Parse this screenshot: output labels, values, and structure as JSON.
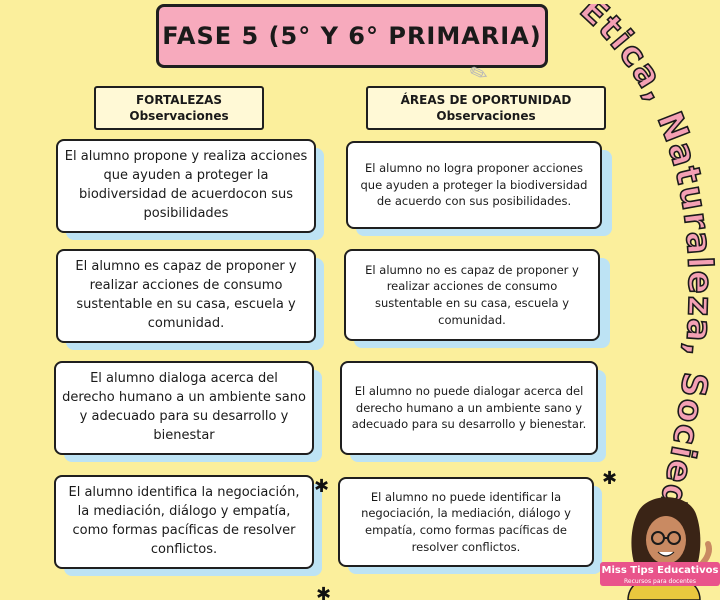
{
  "title": "FASE 5 (5° Y 6° PRIMARIA)",
  "side_label": "Ética, Naturaleza, Sociedades",
  "columns": {
    "left": {
      "heading": "FORTALEZAS",
      "sub": "Observaciones"
    },
    "right": {
      "heading": "ÁREAS DE OPORTUNIDAD",
      "sub": "Observaciones"
    }
  },
  "rows": [
    {
      "left": "El alumno propone y realiza acciones que ayuden a proteger la biodiversidad de acuerdocon sus posibilidades",
      "right": "El alumno no logra proponer acciones que ayuden a proteger la biodiversidad de acuerdo con sus posibilidades."
    },
    {
      "left": "El alumno es capaz de proponer y realizar acciones de consumo sustentable en su casa, escuela y comunidad.",
      "right": "El alumno no es capaz de proponer y realizar acciones de consumo sustentable en su casa, escuela y comunidad."
    },
    {
      "left": "El alumno dialoga acerca del derecho humano a un ambiente sano y adecuado para su desarrollo y bienestar",
      "right": "El alumno no puede dialogar acerca del derecho humano a un ambiente sano y adecuado para su desarrollo y bienestar."
    },
    {
      "left": "El alumno identifica la negociación, la mediación, diálogo y empatía, como formas pacíficas de resolver conflictos.",
      "right": "El alumno no puede identificar la negociación, la mediación, diálogo y empatía, como formas pacíficas de resolver conflictos."
    }
  ],
  "brand": {
    "name": "Miss Tips Educativos",
    "tagline": "Recursos para docentes"
  },
  "colors": {
    "background": "#fbef9c",
    "title_fill": "#f7aabd",
    "side_text": "#f4a0b4",
    "card_shadow": "#bde3f4",
    "brand": "#e9548b"
  }
}
